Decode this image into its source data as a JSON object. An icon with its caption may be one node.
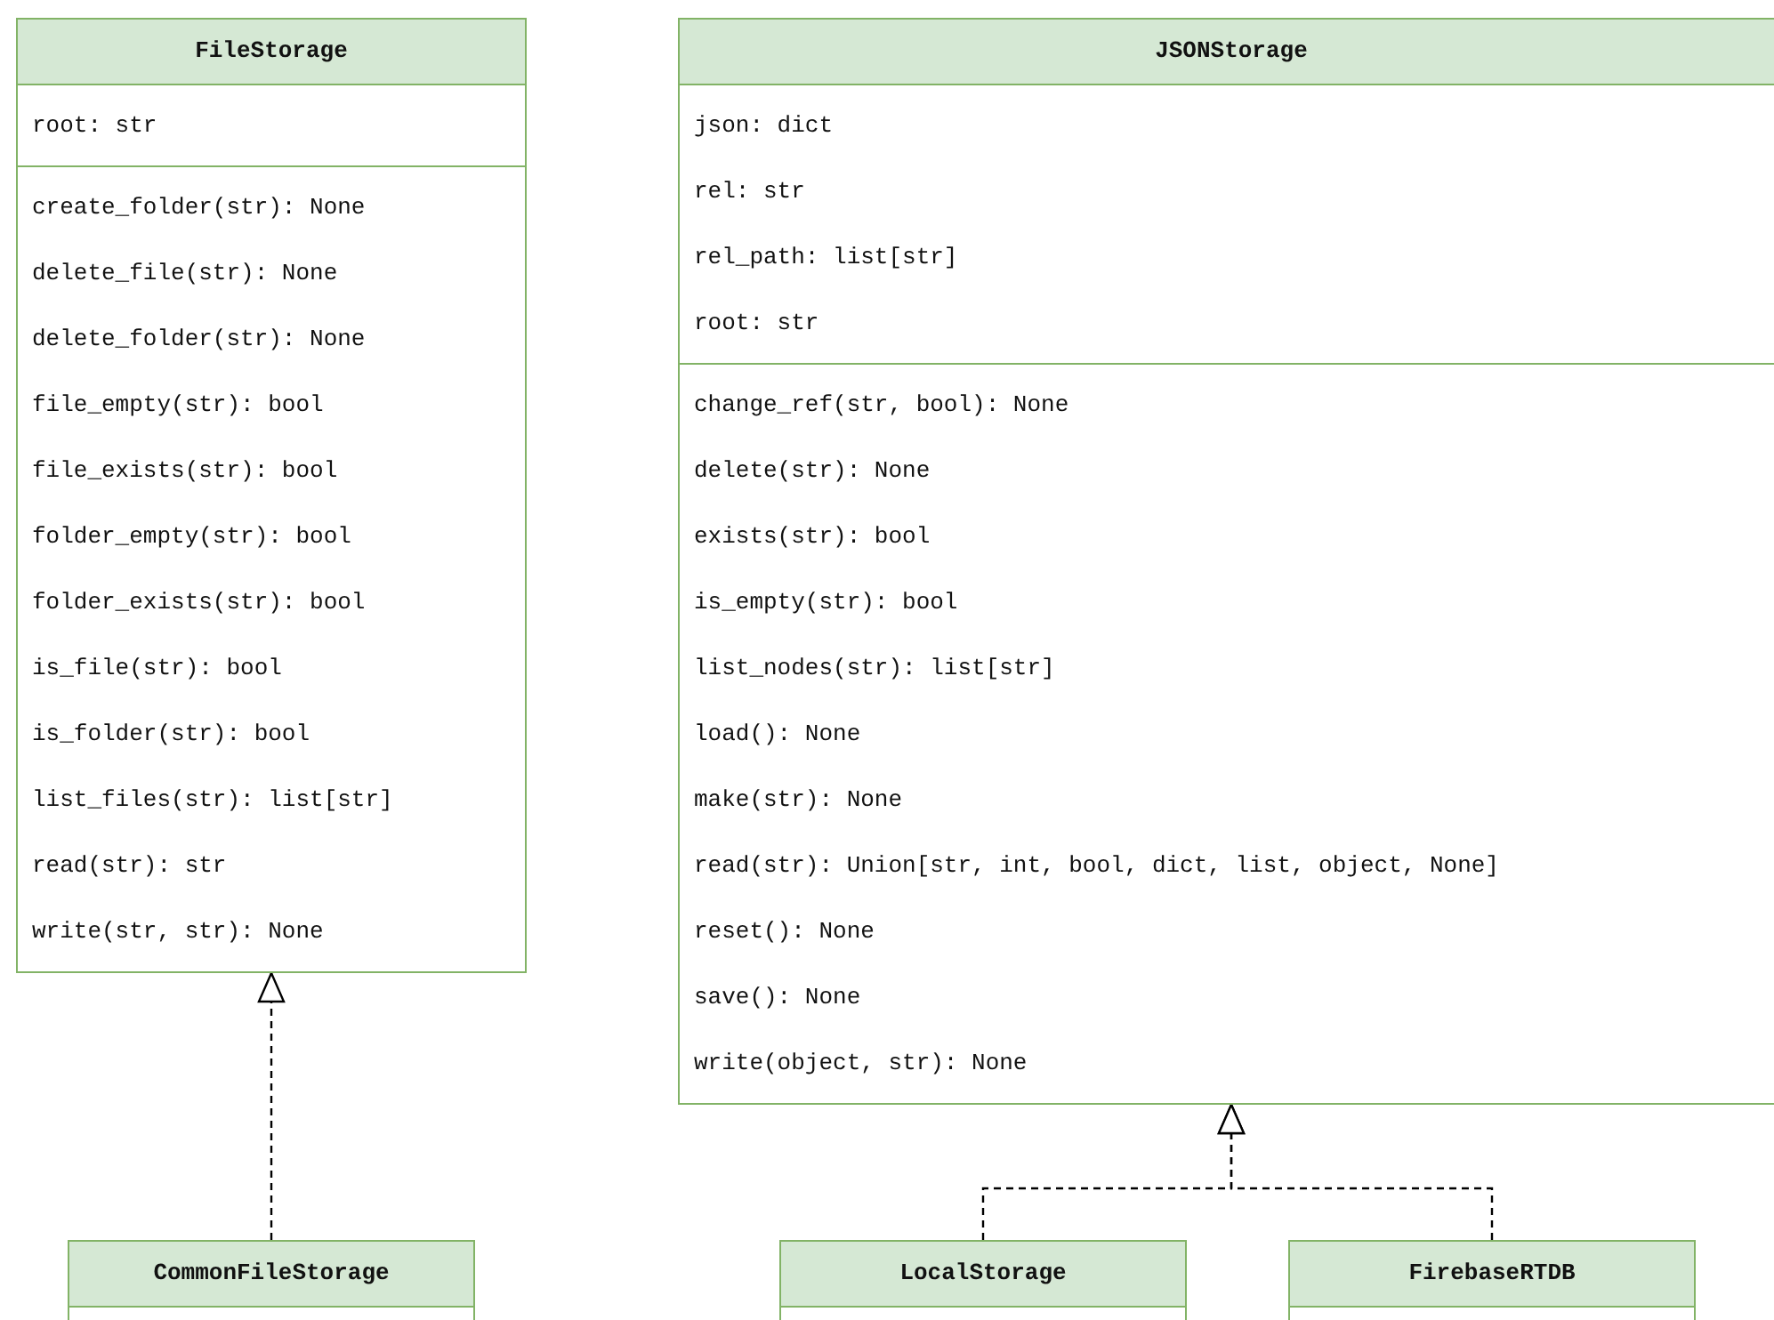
{
  "diagram": {
    "nodes": [
      {
        "text": [
          "FileStorage"
        ]
      },
      {
        "text": [
          "root: str"
        ],
        "in": 0
      },
      {
        "text": [
          "create_folder(str): None",
          "delete_file(str): None",
          "delete_folder(str): None",
          "file_empty(str): bool",
          "file_exists(str): bool",
          "folder_empty(str): bool",
          "folder_exists(str): bool",
          "is_file(str): bool",
          "is_folder(str): bool",
          "list_files(str): list[str]",
          "read(str): str",
          "write(str, str): None"
        ],
        "in": 0
      },
      {
        "text": [
          "JSONStorage"
        ]
      },
      {
        "text": [
          "json: dict",
          "rel: str",
          "rel_path: list[str]",
          "root: str"
        ],
        "in": 3
      },
      {
        "text": [
          "change_ref(str, bool): None",
          "delete(str): None",
          "exists(str): bool",
          "is_empty(str): bool",
          "list_nodes(str): list[str]",
          "load(): None",
          "make(str): None",
          "read(str): Union[str, int, bool, dict, list, object, None]",
          "reset(): None",
          "save(): None",
          "write(object, str): None"
        ],
        "in": 3
      },
      {
        "text": [
          "CommonFileStorage"
        ]
      },
      {
        "text": [],
        "shape": "box",
        "in": 6
      },
      {
        "text": [
          "LocalStorage"
        ]
      },
      {
        "text": [],
        "shape": "box",
        "in": 8
      },
      {
        "text": [
          "FirebaseRTDB"
        ]
      },
      {
        "text": [],
        "shape": "box",
        "in": 10
      }
    ],
    "edges": [
      {
        "from": 6,
        "to": 0,
        "arrow": "to",
        "style": "dashed"
      },
      {
        "from": 8,
        "to": 3,
        "arrow": "to",
        "style": "dashed"
      },
      {
        "from": 10,
        "to": 3,
        "arrow": "to",
        "style": "dashed"
      }
    ]
  }
}
